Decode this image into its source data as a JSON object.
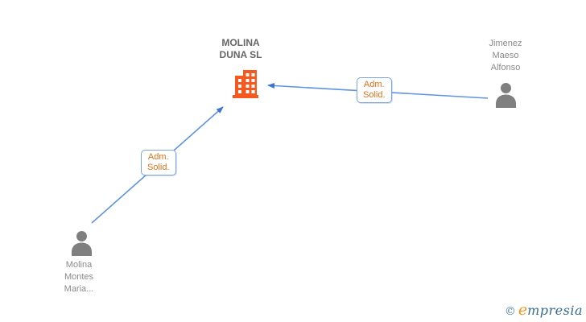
{
  "company": {
    "name": "MOLINA DUNA SL",
    "lines": [
      "MOLINA",
      "DUNA SL"
    ]
  },
  "persons": [
    {
      "name": "Jimenez Maeso Alfonso",
      "lines": [
        "Jimenez",
        "Maeso",
        "Alfonso"
      ]
    },
    {
      "name": "Molina Montes Maria...",
      "lines": [
        "Molina",
        "Montes",
        "Maria..."
      ]
    }
  ],
  "edges": [
    {
      "from": "Jimenez Maeso Alfonso",
      "to": "MOLINA DUNA SL",
      "label_lines": [
        "Adm.",
        "Solid."
      ]
    },
    {
      "from": "Molina Montes Maria...",
      "to": "MOLINA DUNA SL",
      "label_lines": [
        "Adm.",
        "Solid."
      ]
    }
  ],
  "footer": {
    "copyright_symbol": "©",
    "brand_initial": "e",
    "brand_rest": "mpresia"
  },
  "colors": {
    "company_icon": "#F4591F",
    "person_icon": "#7F7F7F",
    "edge_line": "#5E92E2",
    "edge_arrowhead": "#3E74D6",
    "edge_label_text": "#E0701A",
    "edge_label_border": "#7EA6DC",
    "company_text": "#666666",
    "person_text": "#8A8A8A",
    "brand_blue": "#336B8E",
    "brand_orange": "#F7941E"
  }
}
